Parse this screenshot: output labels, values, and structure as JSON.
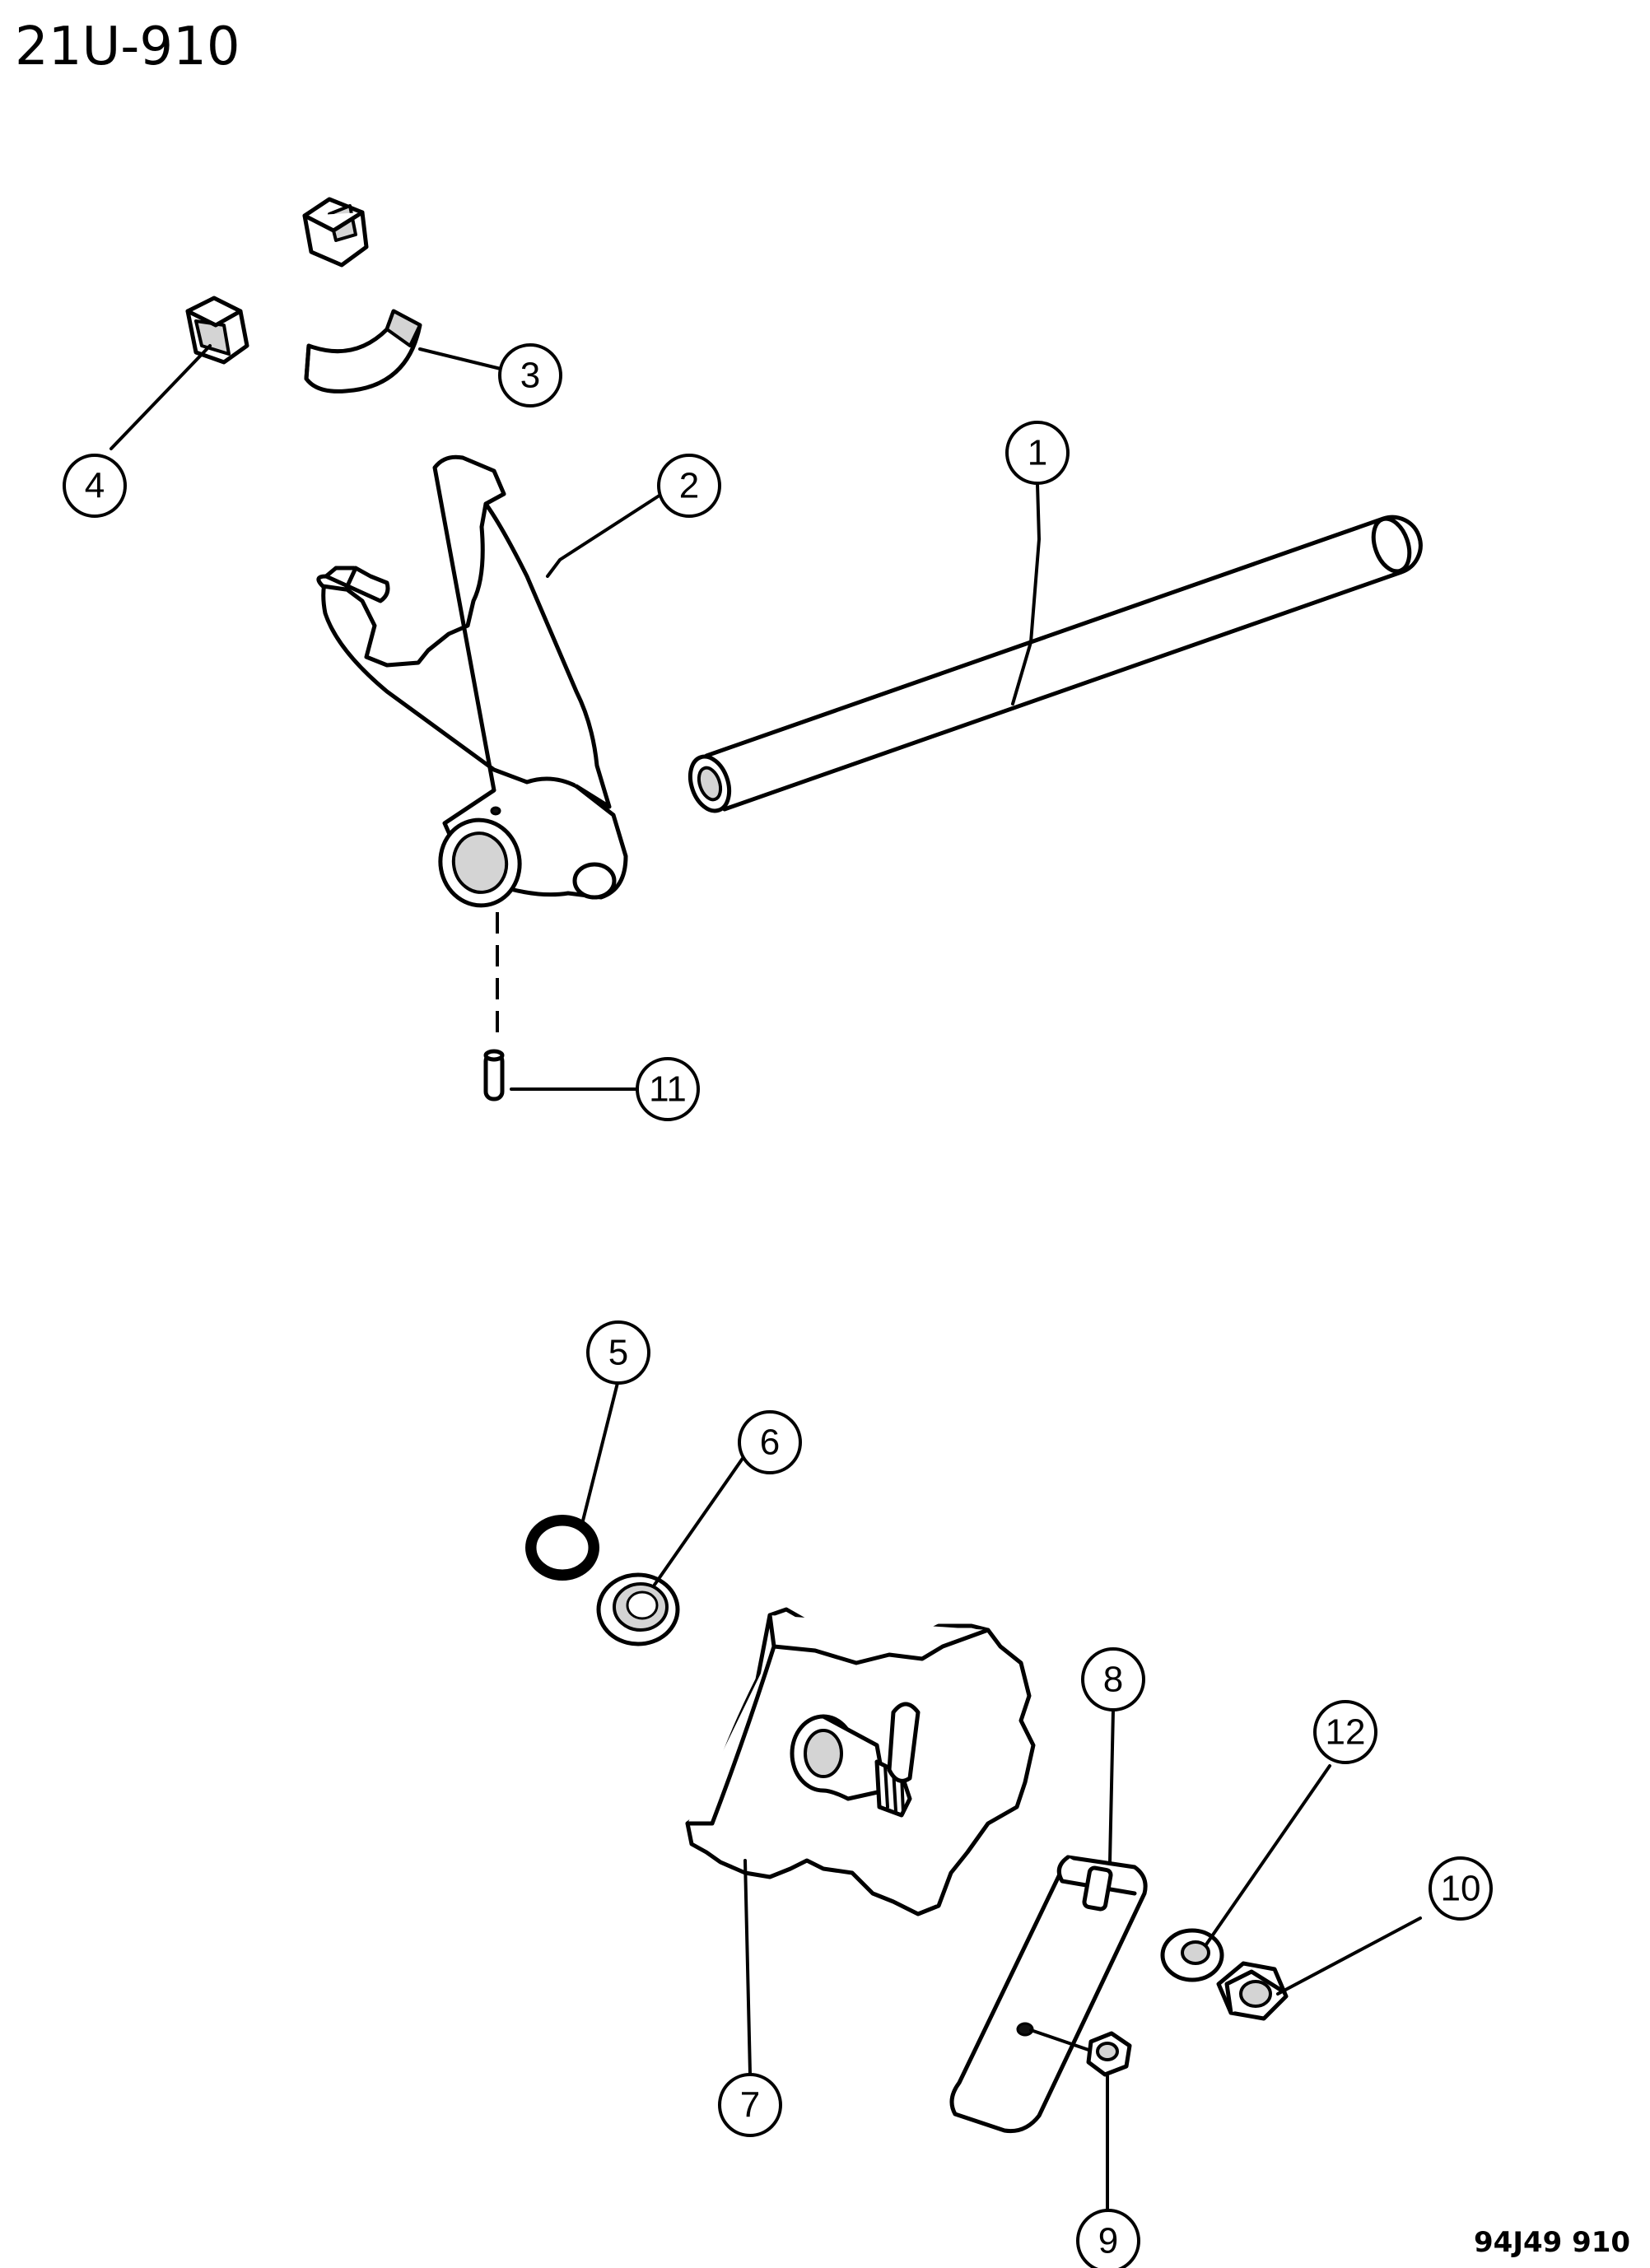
{
  "diagram": {
    "title": "21U-910",
    "reference": "94J49 910"
  },
  "callouts": [
    {
      "id": "1",
      "label": "1"
    },
    {
      "id": "2",
      "label": "2"
    },
    {
      "id": "3",
      "label": "3"
    },
    {
      "id": "4",
      "label": "4"
    },
    {
      "id": "5",
      "label": "5"
    },
    {
      "id": "6",
      "label": "6"
    },
    {
      "id": "7",
      "label": "7"
    },
    {
      "id": "8",
      "label": "8"
    },
    {
      "id": "9",
      "label": "9"
    },
    {
      "id": "10",
      "label": "10"
    },
    {
      "id": "11",
      "label": "11"
    },
    {
      "id": "12",
      "label": "12"
    }
  ],
  "colors": {
    "ink": "#000000",
    "paper": "#ffffff",
    "shading": "#d4d4d4"
  }
}
